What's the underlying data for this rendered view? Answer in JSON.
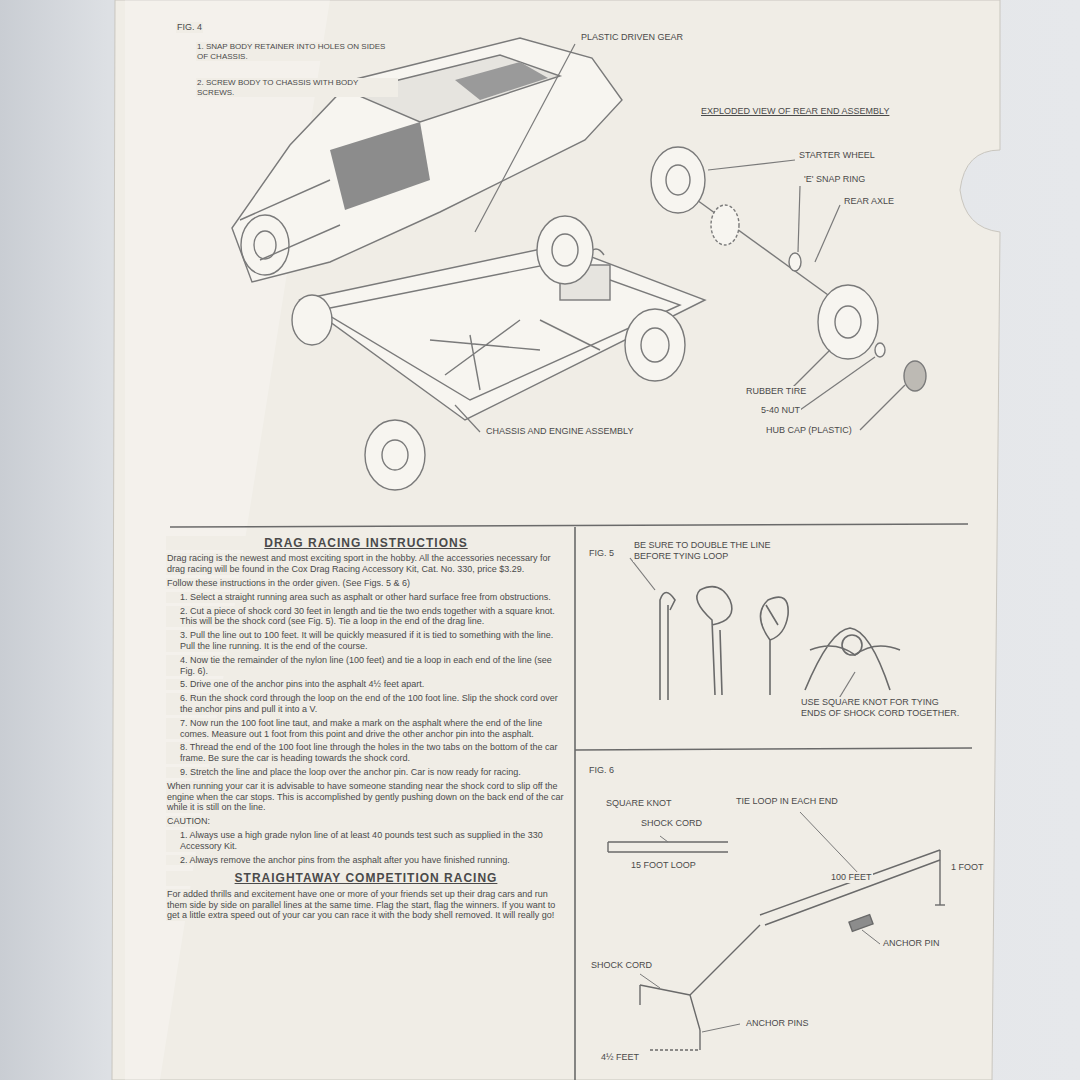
{
  "diagram": {
    "labels": [
      "FIG. 4",
      "1. SNAP BODY RETAINER INTO HOLES ON SIDES OF CHASSIS.",
      "2. SCREW BODY TO CHASSIS WITH BODY SCREWS.",
      "PLASTIC DRIVEN GEAR",
      "EXPLODED VIEW OF REAR END ASSEMBLY",
      "STARTER WHEEL",
      "'E' SNAP RING",
      "REAR AXLE",
      "RUBBER TIRE",
      "5-40 NUT",
      "HUB CAP (PLASTIC)",
      "CHASSIS AND ENGINE ASSEMBLY",
      "DRAG RACING INSTRUCTIONS",
      "Drag racing is the newest and most exciting sport in the hobby. All the accessories necessary for drag racing will be found in the Cox Drag Racing Accessory Kit, Cat. No. 330, price $3.29.",
      "Follow these instructions in the order given. (See Figs. 5 & 6)",
      "1. Select a straight running area such as asphalt or other hard surface free from obstructions.",
      "2. Cut a piece of shock cord 30 feet in length and tie the two ends together with a square knot. This will be the shock cord (see Fig. 5). Tie a loop in the end of the drag line.",
      "3. Pull the line out to 100 feet. It will be quickly measured if it is tied to something with the line. Pull the line running. It is the end of the course.",
      "4. Now tie the remainder of the nylon line (100 feet) and tie a loop in each end of the line (see Fig. 6).",
      "5. Drive one of the anchor pins into the asphalt 4½ feet apart.",
      "6. Run the shock cord through the loop on the end of the 100 foot line. Slip the shock cord over the anchor pins and pull it into a V.",
      "7. Now run the 100 foot line taut, and make a mark on the asphalt where the end of the line comes. Measure out 1 foot from this point and drive the other anchor pin into the asphalt.",
      "8. Thread the end of the 100 foot line through the holes in the two tabs on the bottom of the car frame. Be sure the car is heading towards the shock cord.",
      "9. Stretch the line and place the loop over the anchor pin. Car is now ready for racing.",
      "When running your car it is advisable to have someone standing near the shock cord to slip off the engine when the car stops. This is accomplished by gently pushing down on the back end of the car while it is still on the line.",
      "CAUTION:",
      "1. Always use a high grade nylon line of at least 40 pounds test such as supplied in the 330 Accessory Kit.",
      "2. Always remove the anchor pins from the asphalt after you have finished running.",
      "STRAIGHTAWAY COMPETITION RACING",
      "For added thrills and excitement have one or more of your friends set up their drag cars and run them side by side on parallel lines at the same time. Flag the start, flag the winners. If you want to get a little extra speed out of your car you can race it with the body shell removed. It will really go!",
      "FIG. 5",
      "BE SURE TO DOUBLE THE LINE BEFORE TYING LOOP",
      "USE SQUARE KNOT FOR TYING ENDS OF SHOCK CORD TOGETHER.",
      "FIG. 6",
      "SQUARE KNOT",
      "SHOCK CORD",
      "15 FOOT LOOP",
      "TIE LOOP IN EACH END",
      "100 FEET",
      "1 FOOT",
      "ANCHOR PIN",
      "SHOCK CORD",
      "ANCHOR PINS",
      "4½ FEET"
    ]
  }
}
